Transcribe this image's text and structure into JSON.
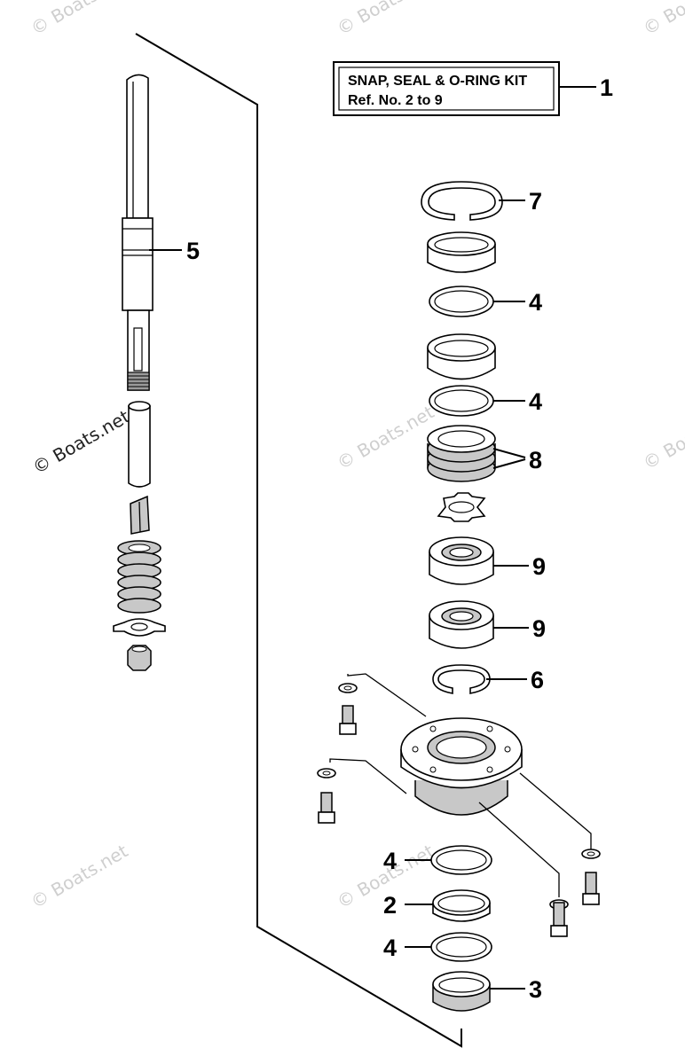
{
  "kit_box": {
    "line1": "SNAP, SEAL & O-RING KIT",
    "line2": "Ref. No. 2  to  9"
  },
  "callouts": {
    "kit": "1",
    "seal_bottom": "2",
    "bottom_ring": "3",
    "o_ring_a": "4",
    "o_ring_b": "4",
    "o_ring_c": "4",
    "o_ring_d": "4",
    "shaft": "5",
    "snap_ring_lower": "6",
    "snap_ring_top": "7",
    "seal_stack": "8",
    "bearing_a": "9",
    "bearing_b": "9"
  },
  "watermarks": {
    "w1": "© Boats.net",
    "w2": "© Boats.net",
    "w3": "© Boats.net",
    "w4": "© Boats.net",
    "w5": "© Boats.net",
    "w6": "© Boats.net",
    "w7": "© Boats.net",
    "w8": "© Boats.net"
  },
  "colors": {
    "line": "#000000",
    "part_fill": "#ffffff",
    "shade": "#c8c8c8",
    "watermark": "#cfcfcf"
  }
}
